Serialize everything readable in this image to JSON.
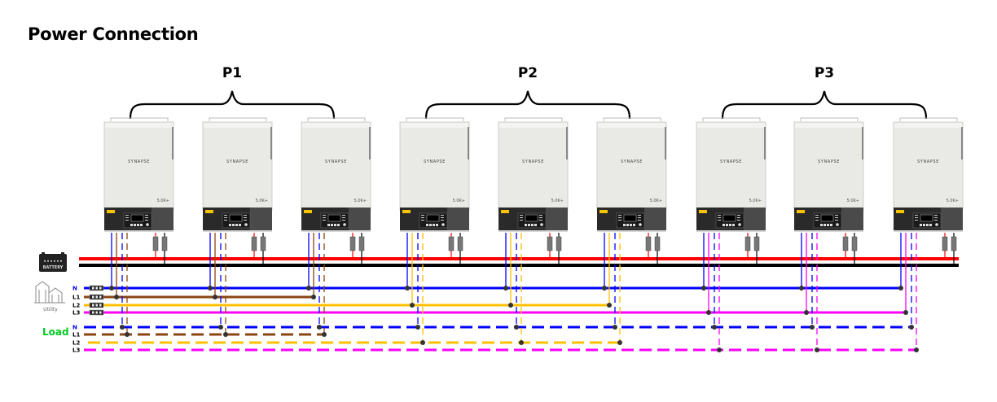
{
  "title": "Power Connection",
  "groups": [
    {
      "label": "P1",
      "phase": "L1",
      "phase_color": "#8B4513"
    },
    {
      "label": "P2",
      "phase": "L2",
      "phase_color": "#FFC000"
    },
    {
      "label": "P3",
      "phase": "L3",
      "phase_color": "#FF00FF"
    }
  ],
  "inverter": {
    "brand": "SYNAPSE",
    "model": "5.0K+"
  },
  "inverter_count": 9,
  "battery": {
    "label": "BATTERY",
    "positive_color": "#FF0000",
    "negative_color": "#000000"
  },
  "utility": {
    "label": "Utility",
    "lines": [
      {
        "name": "N",
        "color": "#0000FF"
      },
      {
        "name": "L1",
        "color": "#8B4513"
      },
      {
        "name": "L2",
        "color": "#FFC000"
      },
      {
        "name": "L3",
        "color": "#FF00FF"
      }
    ]
  },
  "load": {
    "label": "Load",
    "lines": [
      {
        "name": "N",
        "color": "#0000FF"
      },
      {
        "name": "L1",
        "color": "#8B4513"
      },
      {
        "name": "L2",
        "color": "#FFC000"
      },
      {
        "name": "L3",
        "color": "#FF00FF"
      }
    ]
  },
  "colors": {
    "neutral": "#0000FF",
    "l1": "#8B4513",
    "l2": "#FFC000",
    "l3": "#FF00FF",
    "label_N": "#0000FF",
    "label_L": "#000000",
    "load_text": "#00CC22"
  }
}
